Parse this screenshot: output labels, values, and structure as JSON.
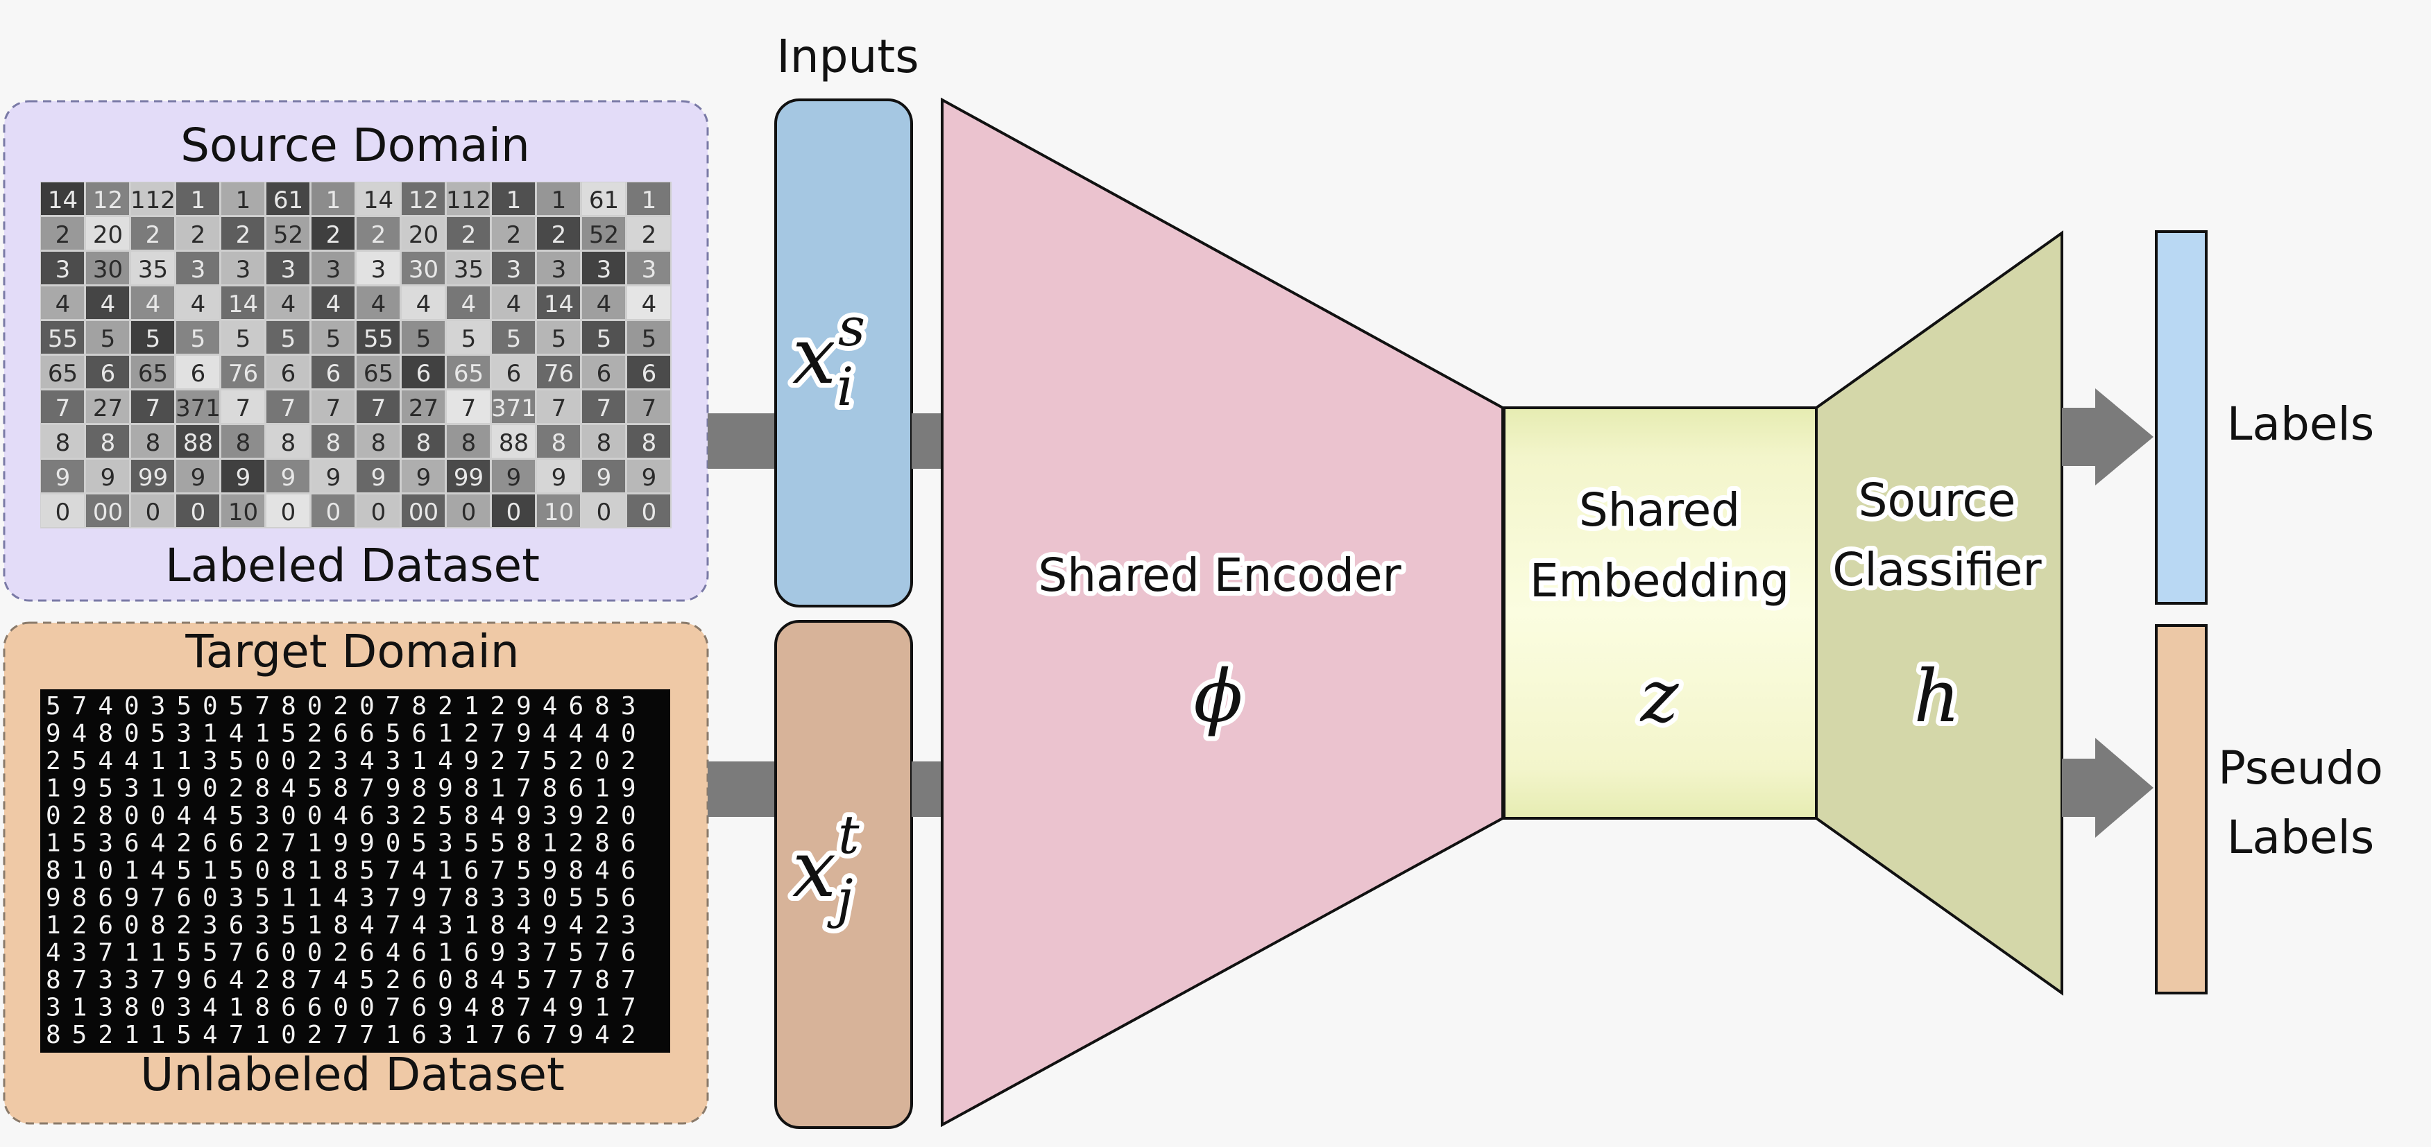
{
  "source_panel": {
    "title": "Source Domain",
    "caption": "Labeled Dataset",
    "grid_digits": [
      "14",
      "12",
      "112",
      "1",
      "1",
      "61",
      "1",
      "14",
      "12",
      "112",
      "1",
      "1",
      "61",
      "1",
      "2",
      "20",
      "2",
      "2",
      "2",
      "52",
      "2",
      "2",
      "20",
      "2",
      "2",
      "2",
      "52",
      "2",
      "3",
      "30",
      "35",
      "3",
      "3",
      "3",
      "3",
      "3",
      "30",
      "35",
      "3",
      "3",
      "3",
      "3",
      "4",
      "4",
      "4",
      "4",
      "14",
      "4",
      "4",
      "4",
      "4",
      "4",
      "4",
      "14",
      "4",
      "4",
      "55",
      "5",
      "5",
      "5",
      "5",
      "5",
      "5",
      "55",
      "5",
      "5",
      "5",
      "5",
      "5",
      "5",
      "65",
      "6",
      "65",
      "6",
      "76",
      "6",
      "6",
      "65",
      "6",
      "65",
      "6",
      "76",
      "6",
      "6",
      "7",
      "27",
      "7",
      "371",
      "7",
      "7",
      "7",
      "7",
      "27",
      "7",
      "371",
      "7",
      "7",
      "7",
      "8",
      "8",
      "8",
      "88",
      "8",
      "8",
      "8",
      "8",
      "8",
      "8",
      "88",
      "8",
      "8",
      "8",
      "9",
      "9",
      "99",
      "9",
      "9",
      "9",
      "9",
      "9",
      "9",
      "99",
      "9",
      "9",
      "9",
      "9",
      "0",
      "00",
      "0",
      "0",
      "10",
      "0",
      "0",
      "0",
      "00",
      "0",
      "0",
      "10",
      "0",
      "0"
    ]
  },
  "target_panel": {
    "title": "Target Domain",
    "caption": "Unlabeled Dataset",
    "digit_rows": [
      "57403505780207821294683",
      "94805314152665612794440",
      "25441135002343149275202",
      "19531902845879898178619",
      "02800445300463258493920",
      "15364266271990535581286",
      "81014515081857416759846",
      "98697603511437978330556",
      "12608236351847431849423",
      "43711557600264616937576",
      "87337964287452608457787",
      "31380341866007694874917",
      "85211547102771631767942"
    ]
  },
  "inputs": {
    "title": "Inputs",
    "source_symbol": "x",
    "source_sub": "i",
    "source_sup": "s",
    "target_symbol": "x",
    "target_sub": "j",
    "target_sup": "t"
  },
  "encoder": {
    "label": "Shared Encoder",
    "symbol": "ϕ"
  },
  "embedding": {
    "label_line1": "Shared",
    "label_line2": "Embedding",
    "symbol": "z"
  },
  "classifier": {
    "label_line1": "Source",
    "label_line2": "Classifier",
    "symbol": "h"
  },
  "outputs": {
    "labels": "Labels",
    "pseudo_line1": "Pseudo",
    "pseudo_line2": "Labels"
  },
  "colors": {
    "source_panel": "#e3dcf8",
    "target_panel": "#efc9a6",
    "source_input": "#a5c7e2",
    "target_input": "#d7b399",
    "encoder": "#ebc3cf",
    "embedding": "#f3f5cb",
    "classifier": "#d4d7a9",
    "labels_bar": "#b9d8f3",
    "pseudo_bar": "#ecc8a6",
    "arrow": "#7b7b7b"
  }
}
